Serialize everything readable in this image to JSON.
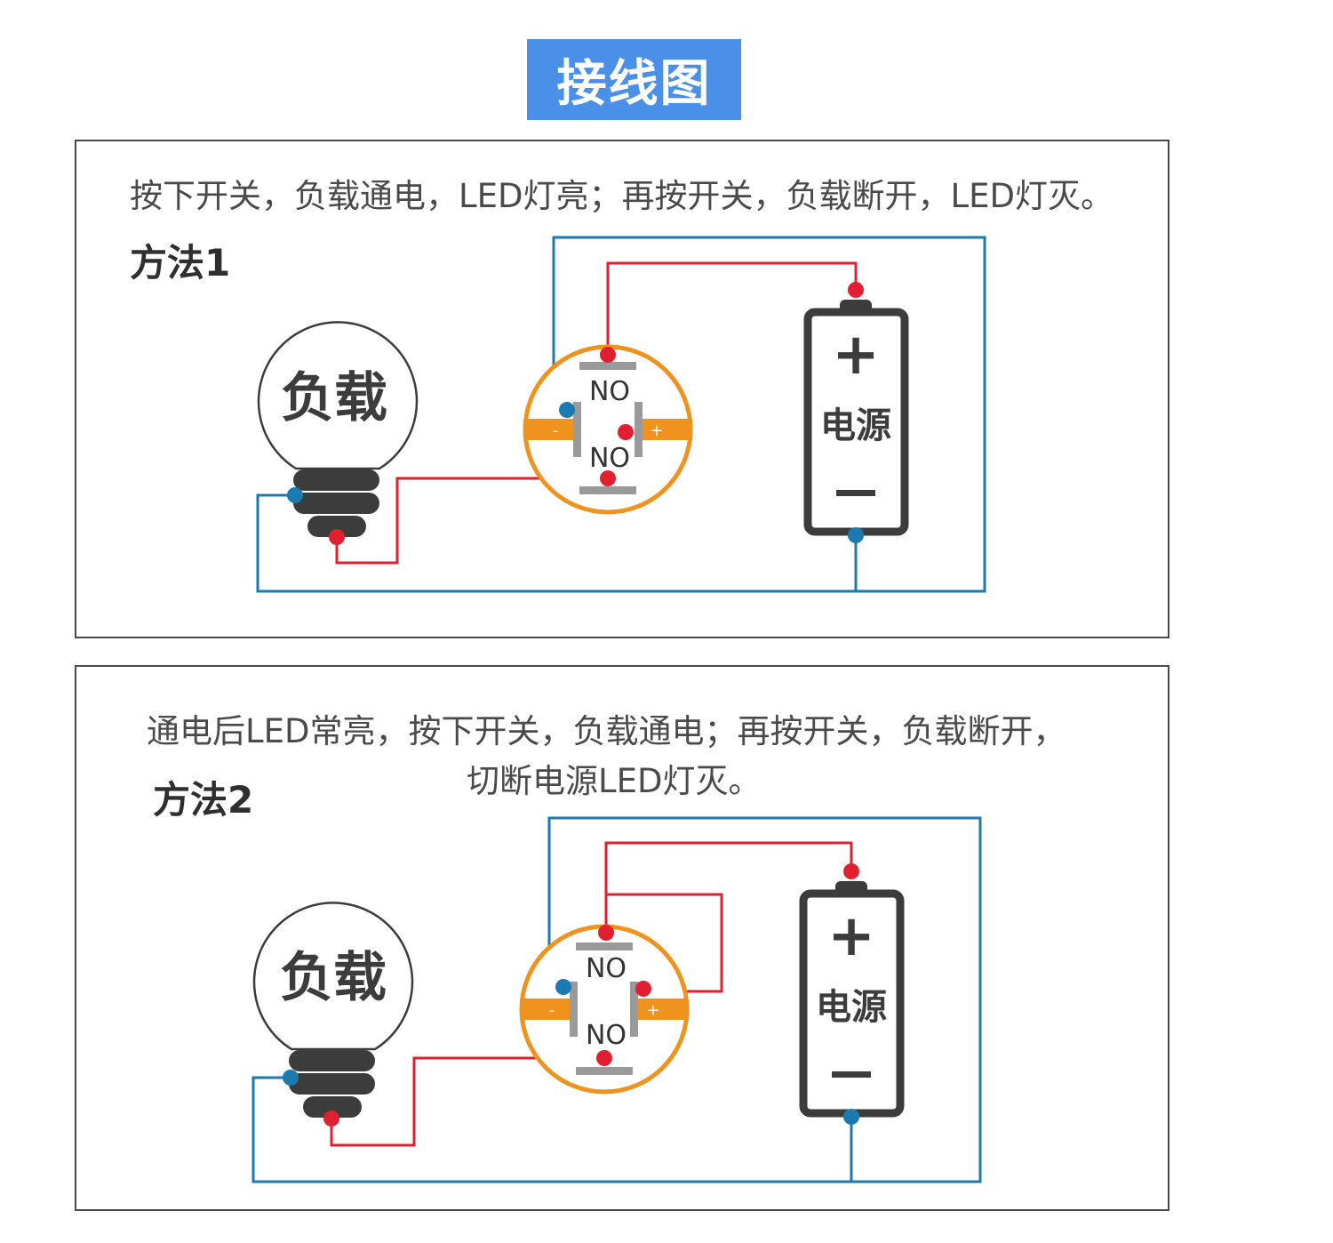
{
  "header": {
    "title": "接线图"
  },
  "method1": {
    "description": "按下开关，负载通电，LED灯亮；再按开关，负载断开，LED灯灭。",
    "title": "方法1",
    "load_label": "负载",
    "power_label": "电源",
    "switch_top_label": "NO",
    "switch_bottom_label": "NO",
    "switch_minus": "-",
    "switch_plus": "+",
    "battery_plus": "+",
    "battery_minus": "—"
  },
  "method2": {
    "description_line1": "通电后LED常亮，按下开关，负载通电；再按开关，负载断开，",
    "description_line2": "切断电源LED灯灭。",
    "title": "方法2",
    "load_label": "负载",
    "power_label": "电源",
    "switch_top_label": "NO",
    "switch_bottom_label": "NO",
    "switch_minus": "-",
    "switch_plus": "+",
    "battery_plus": "+",
    "battery_minus": "—"
  },
  "colors": {
    "title_bg": "#4a90e8",
    "wire_red": "#e02030",
    "wire_blue": "#1b7bb0",
    "switch_orange": "#f0921e",
    "outline": "#3c3c3c"
  }
}
